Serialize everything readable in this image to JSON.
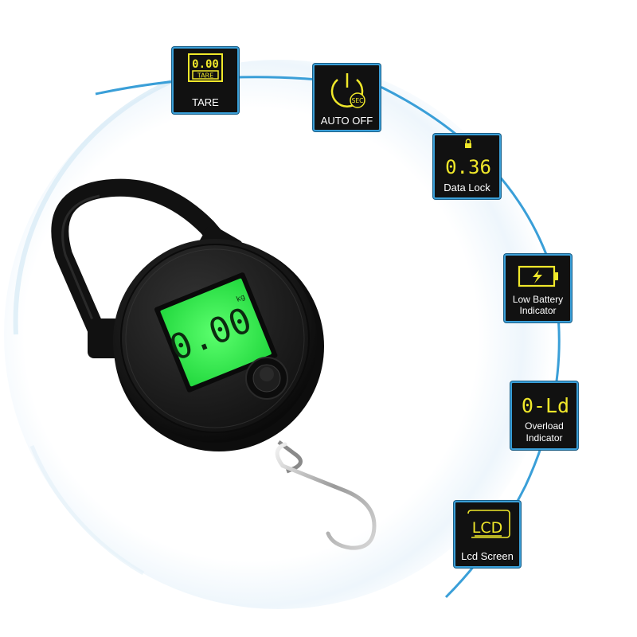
{
  "colors": {
    "accent_blue": "#3a9fd8",
    "icon_yellow": "#f0e82a",
    "lcd_green": "#3df05a",
    "panel_black": "#111111",
    "scale_body": "#1a1a1a"
  },
  "features": {
    "tare": {
      "icon": "tare-display-icon",
      "icon_text": "0.00",
      "icon_sub": "TARE",
      "label": "TARE"
    },
    "auto_off": {
      "icon": "power-icon",
      "icon_sub": "SEC",
      "label": "AUTO OFF"
    },
    "data_lock": {
      "icon": "lock-icon",
      "icon_text": "0.36",
      "label": "Data Lock"
    },
    "low_battery": {
      "icon": "battery-icon",
      "label_line1": "Low Battery",
      "label_line2": "Indicator"
    },
    "overload": {
      "icon": "overload-display-icon",
      "icon_text": "0-Ld",
      "label_line1": "Overload",
      "label_line2": "Indicator"
    },
    "lcd_screen": {
      "icon": "lcd-icon",
      "icon_text": "LCD",
      "label": "Lcd Screen"
    }
  },
  "scale": {
    "display_value": "0.00",
    "unit": "kg"
  }
}
